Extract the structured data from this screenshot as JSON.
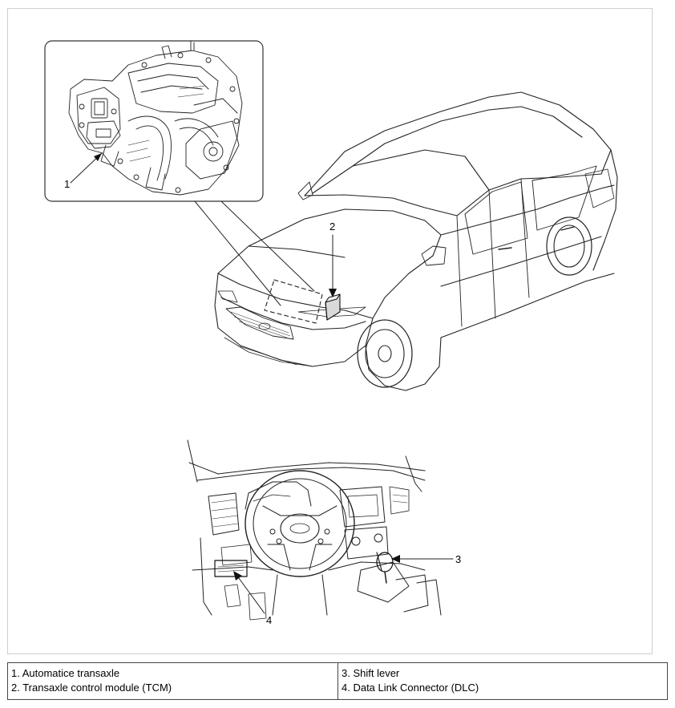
{
  "figure": {
    "callouts": [
      "1",
      "2",
      "3",
      "4"
    ]
  },
  "legend": {
    "items": [
      "1. Automatice transaxle",
      "2. Transaxle control module (TCM)",
      "3. Shift lever",
      "4. Data Link Connector (DLC)"
    ]
  }
}
